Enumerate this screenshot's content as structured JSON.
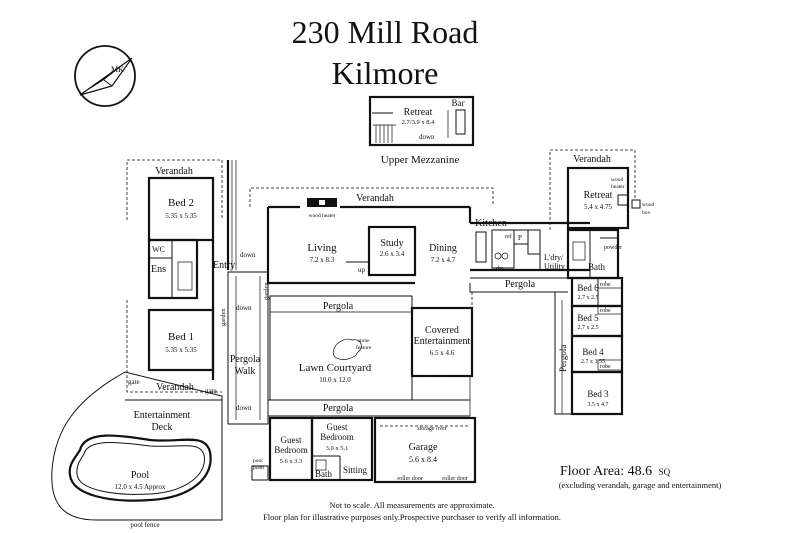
{
  "title": {
    "line1": "230 Mill Road",
    "line2": "Kilmore"
  },
  "mezzanine": {
    "heading": "Upper Mezzanine",
    "retreat_name": "Retreat",
    "retreat_size": "2.7/3.9 x 8.4",
    "bar": "Bar",
    "down": "down"
  },
  "rooms": {
    "bed2": {
      "name": "Bed 2",
      "size": "5.35 x 5.35"
    },
    "bed1": {
      "name": "Bed 1",
      "size": "5.35 x 5.35"
    },
    "living": {
      "name": "Living",
      "size": "7.2 x 8.3"
    },
    "study": {
      "name": "Study",
      "size": "2.6 x 3.4"
    },
    "dining": {
      "name": "Dining",
      "size": "7.2 x 4.7"
    },
    "retreat": {
      "name": "Retreat",
      "size": "5.4 x 4.75"
    },
    "covered_ent": {
      "name1": "Covered",
      "name2": "Entertainment",
      "size": "6.5 x 4.6"
    },
    "lawn": {
      "name": "Lawn Courtyard",
      "size": "10.0 x 12.0"
    },
    "bed6": {
      "name": "Bed 6",
      "size": "2.7 x 2.5"
    },
    "bed5": {
      "name": "Bed 5",
      "size": "2.7 x 2.5"
    },
    "bed4": {
      "name": "Bed 4",
      "size": "2.7 x 3.55"
    },
    "bed3": {
      "name": "Bed 3",
      "size": "3.5 x 4.7"
    },
    "guest1": {
      "name1": "Guest",
      "name2": "Bedroom",
      "size": "5.6 x 3.3"
    },
    "guest2": {
      "name1": "Guest",
      "name2": "Bedroom",
      "size": "3.0 x 5.1"
    },
    "garage": {
      "name": "Garage",
      "size": "5.6 x 8.4"
    },
    "pool": {
      "name": "Pool",
      "size": "12.0 x 4.5 Approx"
    },
    "ent_deck": {
      "name1": "Entertainment",
      "name2": "Deck"
    }
  },
  "labels": {
    "verandah": "Verandah",
    "pergola": "Pergola",
    "pergola_walk1": "Pergola",
    "pergola_walk2": "Walk",
    "entry": "Entry",
    "kitchen": "Kitchen",
    "wc": "WC",
    "ens": "Ens",
    "bath": "Bath",
    "sitting": "Sitting",
    "ldry": "L'dry/",
    "utility": "Utility",
    "powder": "powder",
    "down": "down",
    "up": "up",
    "gate": "gate",
    "garden": "garden",
    "wood_heater": "wood heater",
    "wood_heater_a": "wood",
    "wood_heater_b": "heater",
    "wood_box_a": "wood",
    "wood_box_b": "box",
    "stone_a": "stone",
    "stone_b": "feature",
    "storage": "storage over",
    "roller1": "roller door",
    "roller2": "roller door",
    "pool_plant_a": "pool",
    "pool_plant_b": "plant",
    "pool_fence": "pool fence",
    "robe": "robe",
    "ref": "ref",
    "p": "P",
    "dw": "dw"
  },
  "floor_area": {
    "label": "Floor Area: 48.6",
    "unit": "SQ",
    "note": "(excluding verandah, garage and entertainment)"
  },
  "disclaimer": {
    "line1": "Not to scale. All measurements are approximate.",
    "line2": "Floor plan for illustrative purposes only.Prospective purchaser to verify all information."
  }
}
